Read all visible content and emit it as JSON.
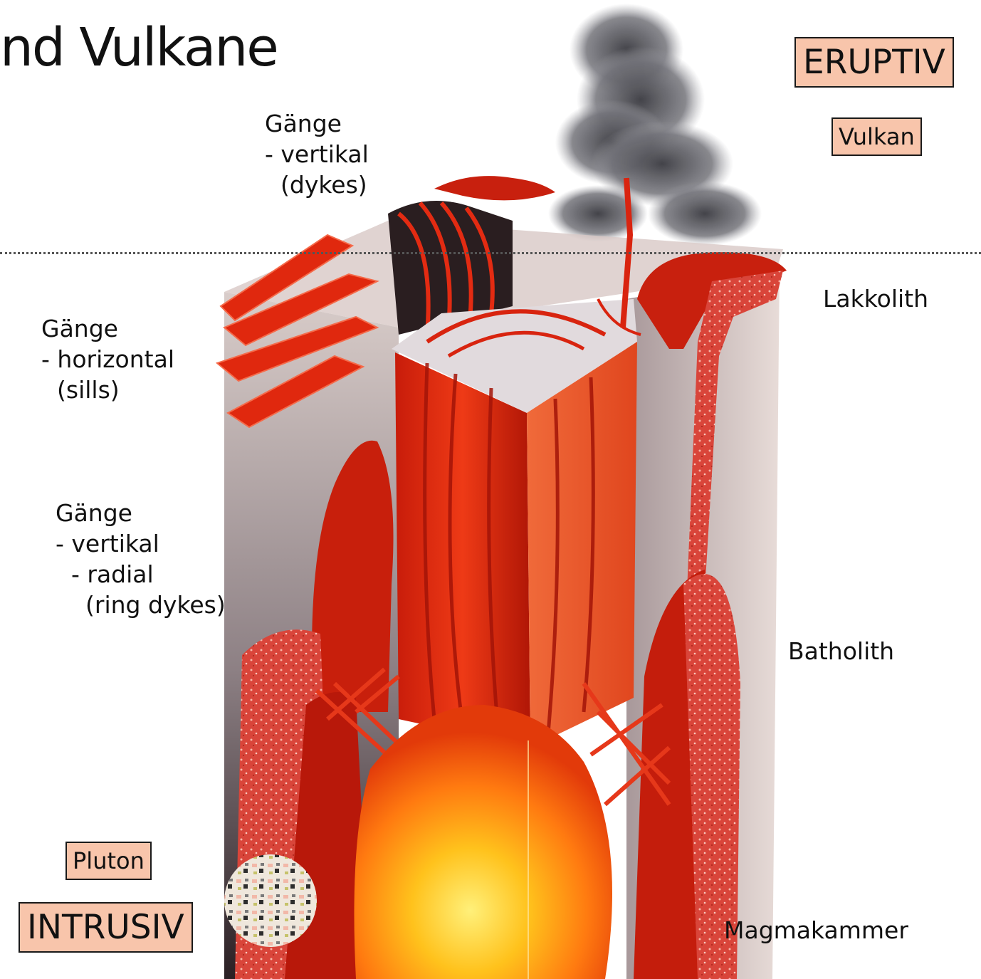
{
  "title": "nd Vulkane",
  "colors": {
    "box_fill": "#f8c5ab",
    "magma_red": "#d8220c",
    "magma_yellow": "#ffd21a",
    "ash": "#4a4a4f"
  },
  "boxes": {
    "eruptiv": "ERUPTIV",
    "vulkan": "Vulkan",
    "pluton": "Pluton",
    "intrusiv": "INTRUSIV"
  },
  "labels": {
    "dykes_top": [
      "Gänge",
      "- vertikal",
      "(dykes)"
    ],
    "sills": [
      "Gänge",
      "- horizontal",
      "(sills)"
    ],
    "ring_dykes": [
      "Gänge",
      "- vertikal",
      "- radial",
      "(ring dykes)"
    ],
    "lakkolith": "Lakkolith",
    "batholith": "Batholith",
    "magmakammer": "Magmakammer"
  }
}
